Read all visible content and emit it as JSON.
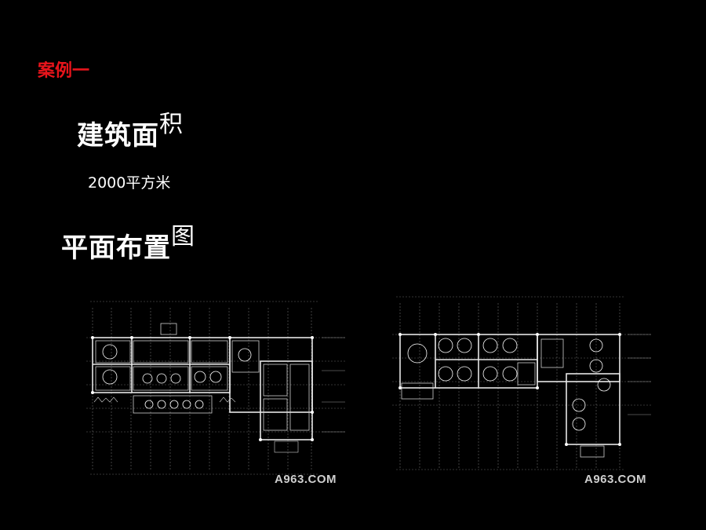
{
  "slide": {
    "case_label": "案例一",
    "heading_area": {
      "main": "建筑面",
      "tail": "积"
    },
    "area_value": "2000平方米",
    "heading_plan": {
      "main": "平面布置",
      "tail": "图"
    },
    "accent_color": "#e8141b"
  },
  "plans": [
    {
      "icon": "floor-plan-drawing",
      "watermark": "A963.COM"
    },
    {
      "icon": "floor-plan-drawing",
      "watermark": "A963.COM"
    }
  ]
}
